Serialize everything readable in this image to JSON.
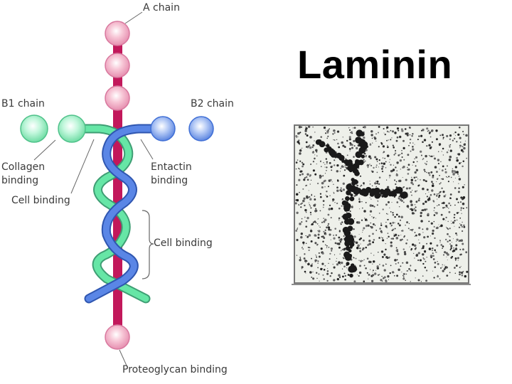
{
  "slide": {
    "title": "Laminin"
  },
  "diagram": {
    "labels": {
      "a_chain": "A chain",
      "b1_chain": "B1 chain",
      "b2_chain": "B2 chain",
      "collagen_binding_line1": "Collagen",
      "collagen_binding_line2": "binding",
      "cell_binding_left": "Cell binding",
      "entactin_binding_line1": "Entactin",
      "entactin_binding_line2": "binding",
      "cell_binding_right": "Cell binding",
      "proteoglycan_binding": "Proteoglycan binding"
    },
    "colors": {
      "a_chain": "#c2185b",
      "a_domain": "#f5b8cc",
      "b1_chain": "#5fe0a0",
      "b1_domain": "#b8f5d4",
      "b2_chain": "#4f7be0",
      "b2_domain": "#a9c2f5",
      "leader_line": "#666666"
    }
  }
}
